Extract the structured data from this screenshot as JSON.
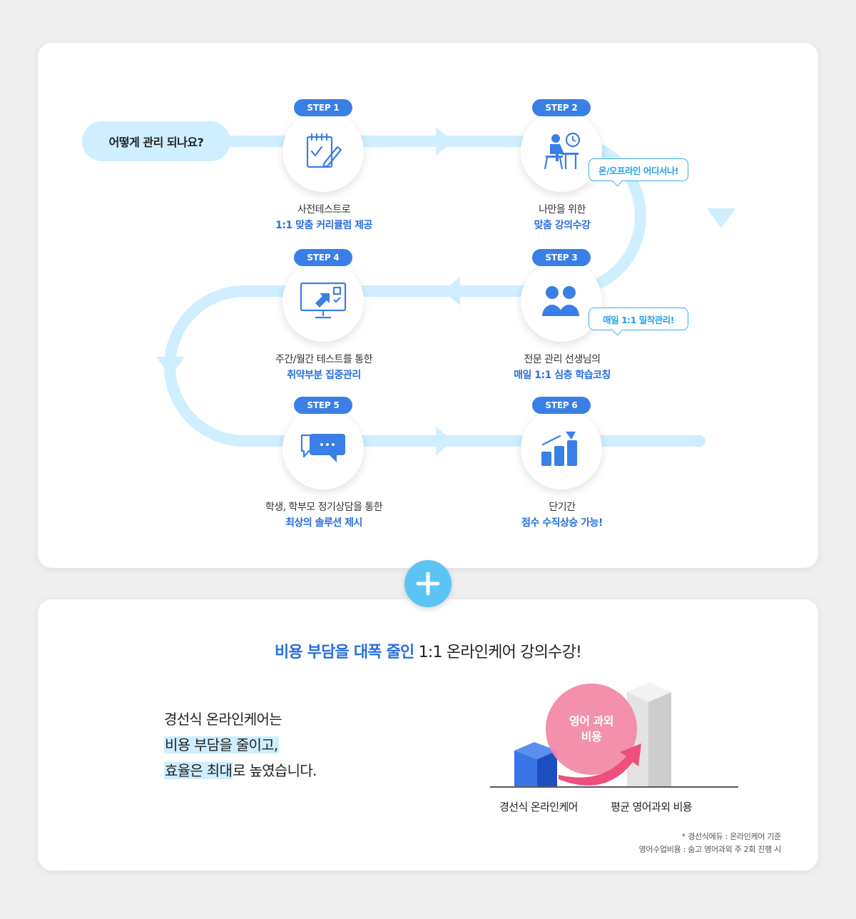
{
  "flow": {
    "question": "어떻게 관리 되나요?",
    "steps": [
      {
        "badge": "STEP 1",
        "line1": "사전테스트로",
        "line2": "1:1 맞춤 커리큘럼 제공",
        "icon": "notepad-pencil-icon"
      },
      {
        "badge": "STEP 2",
        "line1": "나만을 위한",
        "line2": "맞춤 강의수강",
        "icon": "student-desk-clock-icon"
      },
      {
        "badge": "STEP 3",
        "line1": "전문 관리 선생님의",
        "line2": "매일 1:1 심층 학습코칭",
        "icon": "two-people-icon"
      },
      {
        "badge": "STEP 4",
        "line1": "주간/월간 테스트를 통한",
        "line2": "취약부분 집중관리",
        "icon": "monitor-arrow-icon"
      },
      {
        "badge": "STEP 5",
        "line1": "학생, 학부모 정기상담을 통한",
        "line2": "최상의 솔루션 제시",
        "icon": "chat-bubbles-icon"
      },
      {
        "badge": "STEP 6",
        "line1": "단기간",
        "line2": "점수 수직상승 가능!",
        "icon": "bar-chart-up-icon"
      }
    ],
    "bubbles": [
      "온/오프라인 어디서나!",
      "매일 1:1 밀착관리!"
    ]
  },
  "cost": {
    "headline_highlight": "비용 부담을 대폭 줄인",
    "headline_rest": " 1:1 온라인케어 강의수강!",
    "desc": [
      "경선식 온라인케어는",
      "비용 부담을 줄이고,",
      "효율은 최대로 높였습니다."
    ],
    "desc_marked": [
      "",
      "비용 부담을 줄이고,",
      "효율은 최대"
    ],
    "desc_rest": [
      "경선식 온라인케어는",
      "",
      "로 높였습니다."
    ],
    "ball_lines": [
      "영어 과외",
      "비용"
    ],
    "bar_labels": [
      "경선식 온라인케어",
      "평균 영어과외 비용"
    ],
    "notes": [
      "* 경선식에듀 : 온라인케어 기준",
      "영어수업비용 : 숨고 영어과외 주 2회 진행 시"
    ]
  },
  "colors": {
    "accent": "#3a7fe6",
    "path": "#cfeeff",
    "bubble": "#38b0ea",
    "plus": "#5bc4f5",
    "pink": "#ee5a86"
  }
}
